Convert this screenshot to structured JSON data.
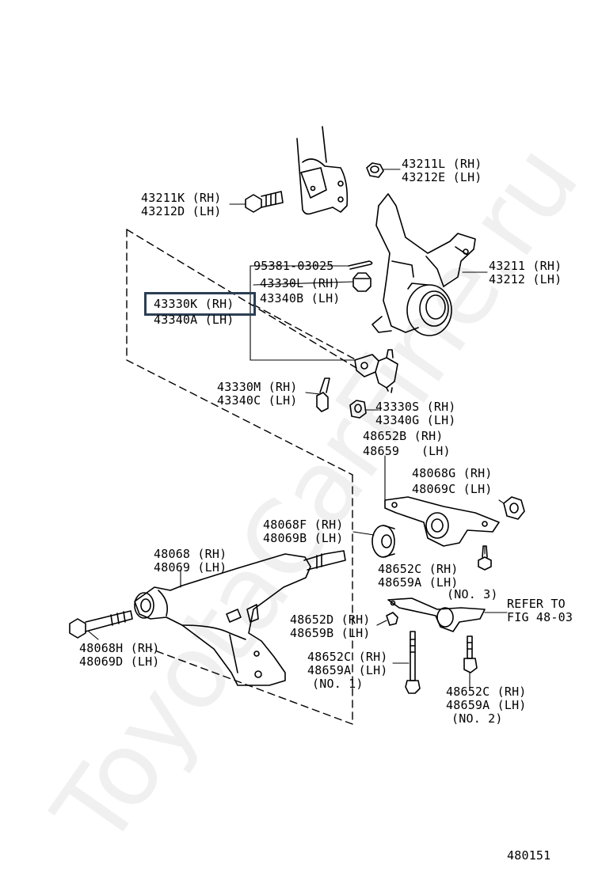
{
  "diagram_id": "480151",
  "watermark": "ToyotaCarFine.ru",
  "highlight_color": "#2c3e55",
  "labels": {
    "l43211l_rh": "43211L (RH)",
    "l43212e_lh": "43212E (LH)",
    "l43211k_rh": "43211K (RH)",
    "l43212d_lh": "43212D (LH)",
    "l95381": "95381-03025",
    "l43330l_rh": "43330L (RH)",
    "l43340b_lh": "43340B (LH)",
    "l43211_rh": "43211 (RH)",
    "l43212_lh": "43212 (LH)",
    "l43330k_rh": "43330K (RH)",
    "l43340a_lh": "43340A (LH)",
    "l43330m_rh": "43330M (RH)",
    "l43340c_lh": "43340C (LH)",
    "l43330s_rh": "43330S (RH)",
    "l43340g_lh": "43340G (LH)",
    "l48652b_rh": "48652B (RH)",
    "l48659": "48659   (LH)",
    "l48068g_rh": "48068G (RH)",
    "l48069c_lh": "48069C (LH)",
    "l48068f_rh": "48068F (RH)",
    "l48069b_lh": "48069B (LH)",
    "l48068_rh": "48068 (RH)",
    "l48069_lh": "48069 (LH)",
    "l48652c_rh_top": "48652C (RH)",
    "l48659a_lh_top": "48659A (LH)",
    "l_no3": "(NO. 3)",
    "l_refer_to": "REFER TO",
    "l_fig": "FIG 48-03",
    "l48652d_rh": "48652D (RH)",
    "l48659b_lh": "48659B (LH)",
    "l48068h_rh": "48068H (RH)",
    "l48069d_lh": "48069D (LH)",
    "l48652c_rh_no1": "48652C (RH)",
    "l48659a_lh_no1": "48659A (LH)",
    "l_no1": "(NO. 1)",
    "l48652c_rh_no2": "48652C (RH)",
    "l48659a_lh_no2": "48659A (LH)",
    "l_no2": "(NO. 2)",
    "l480151": "480151"
  }
}
